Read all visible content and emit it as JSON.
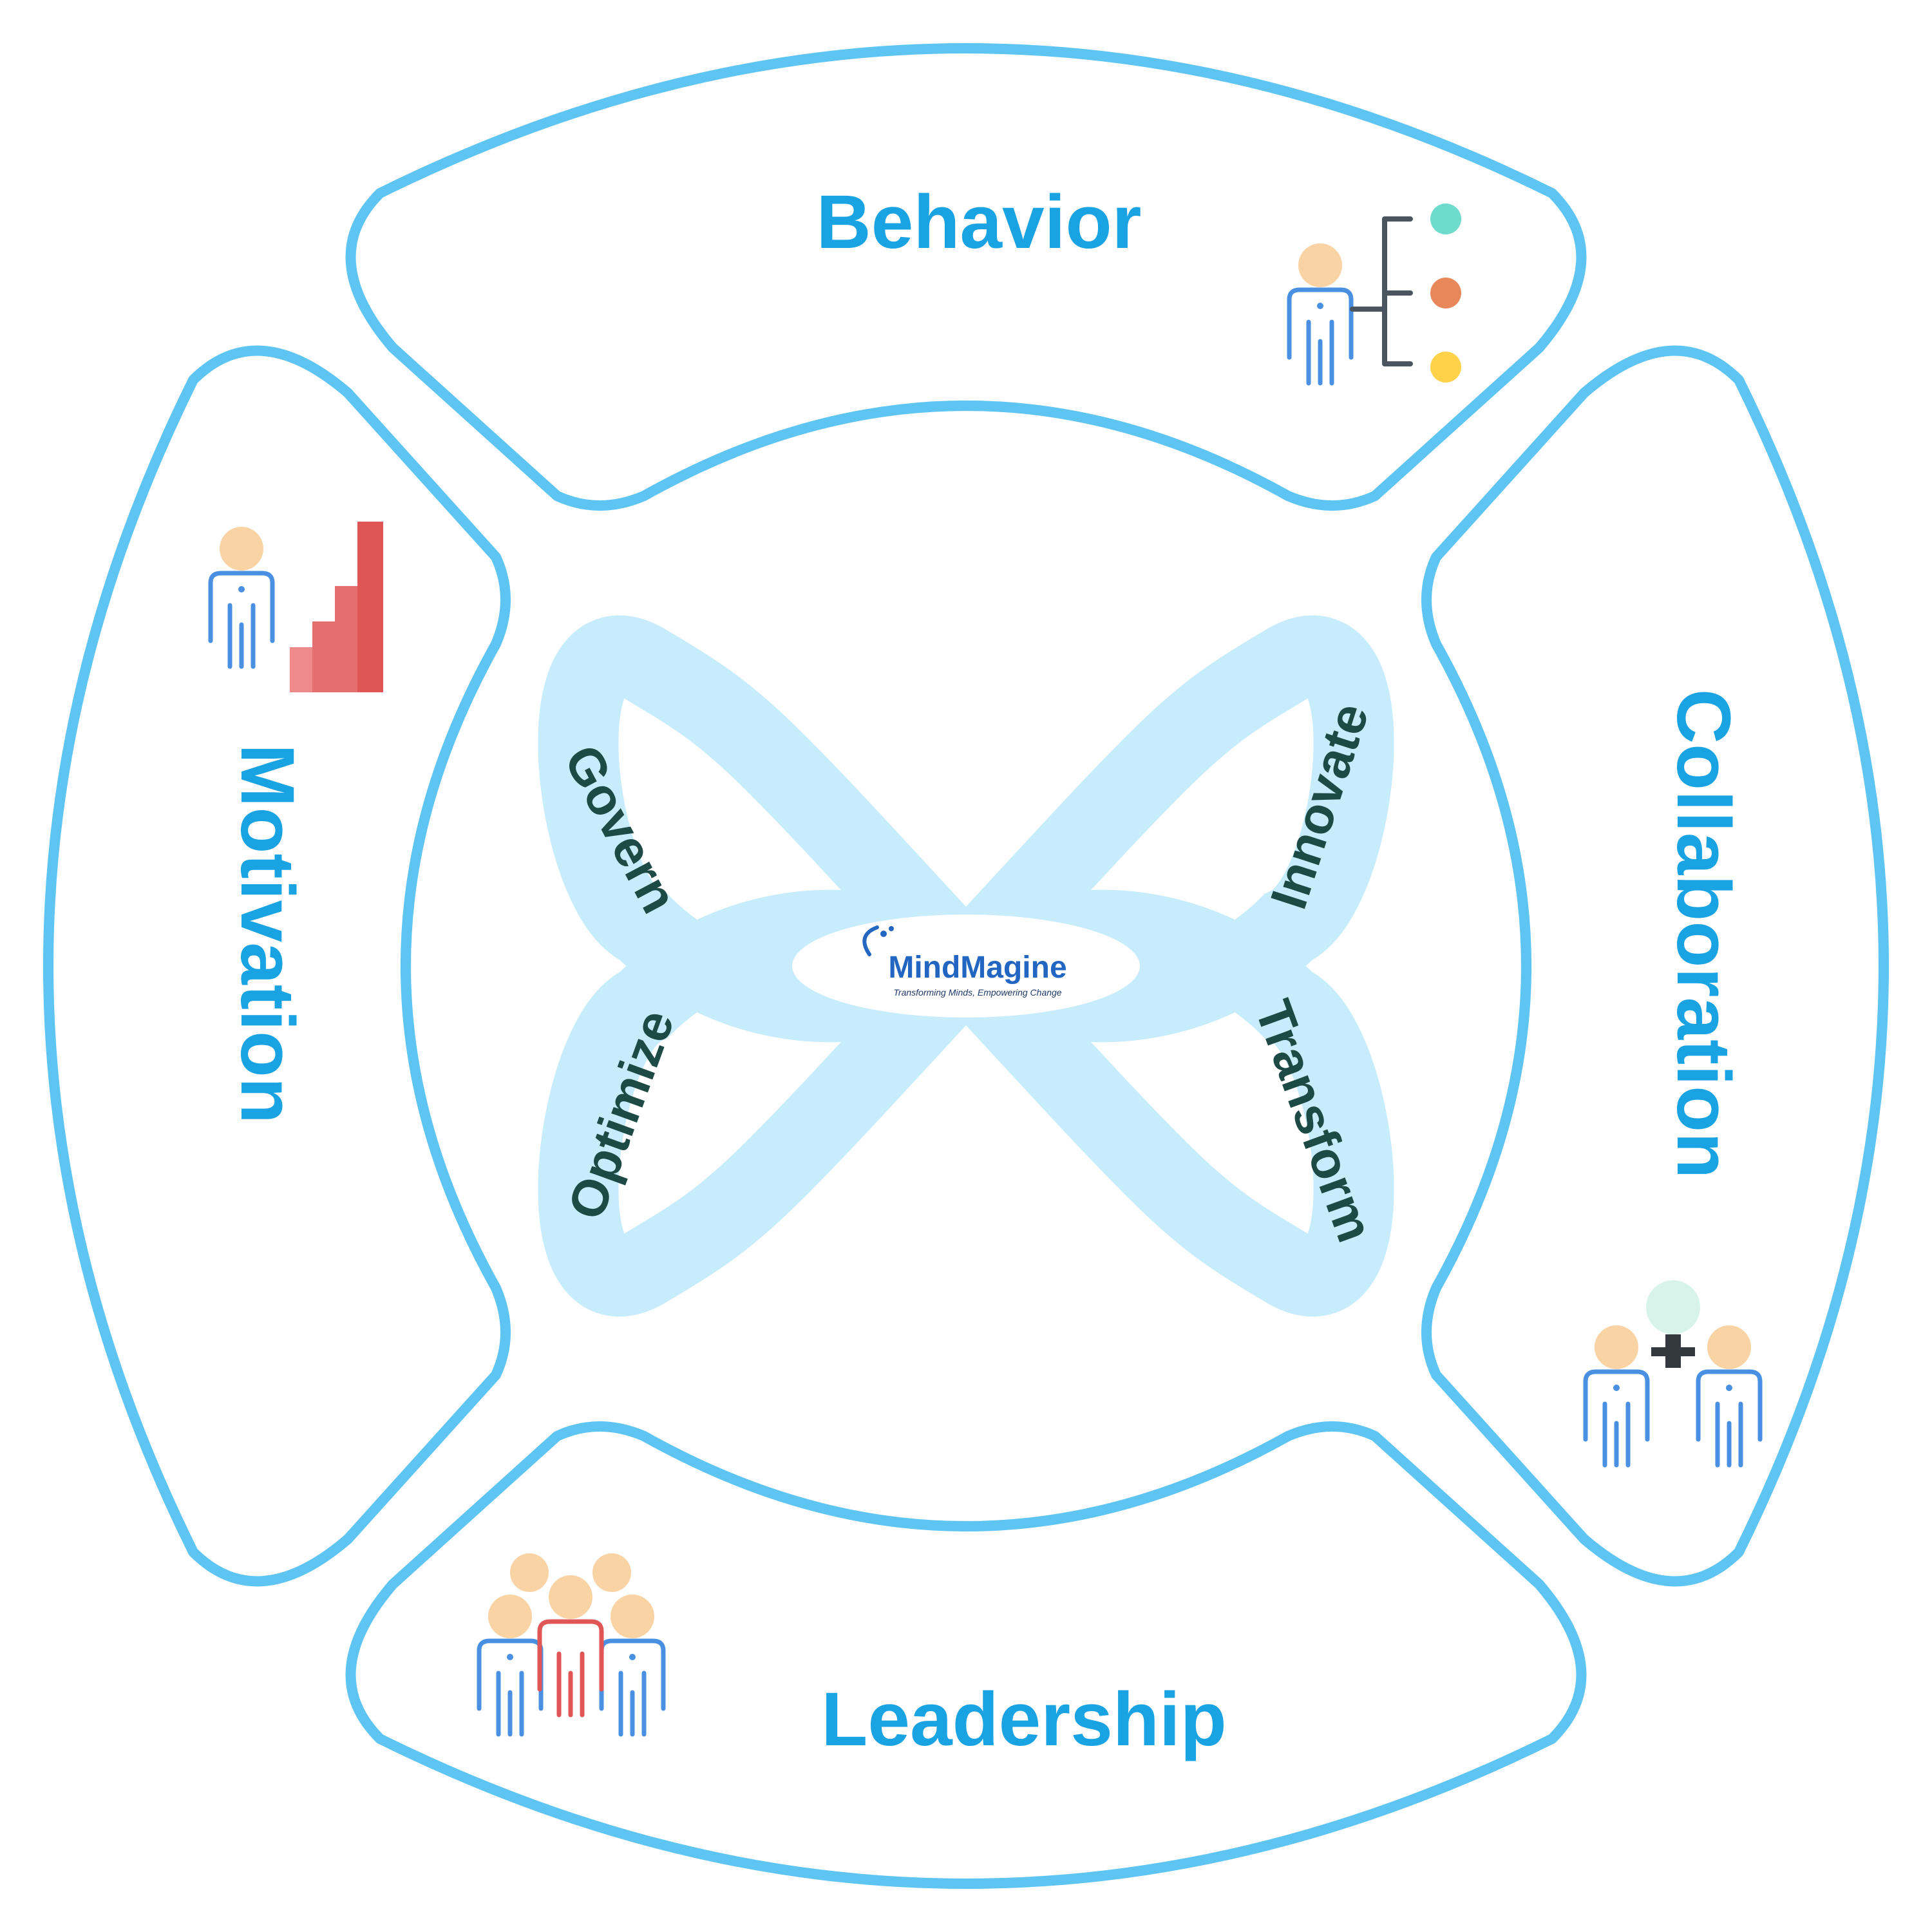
{
  "segments": {
    "top": "Behavior",
    "left": "Motivation",
    "right": "Collaboration",
    "bottom": "Leadership"
  },
  "loops": {
    "top_left": "Govern",
    "top_right": "Innovate",
    "bottom_left": "Optimize",
    "bottom_right": "Transform"
  },
  "logo": {
    "name": "MindMagine",
    "tagline": "Transforming Minds, Empowering Change"
  },
  "colors": {
    "segment_outline": "#5ec4f2",
    "segment_label": "#1aa3e3",
    "loop_fill": "#c7ecfb",
    "loop_label": "#1e4a46",
    "person_blue": "#4a90e2",
    "person_red": "#e05555",
    "skin": "#f9d3a4"
  },
  "icons": {
    "behavior": "person-with-options-icon",
    "motivation": "person-with-bar-chart-icon",
    "collaboration": "two-people-idea-icon",
    "leadership": "team-leader-icon"
  }
}
